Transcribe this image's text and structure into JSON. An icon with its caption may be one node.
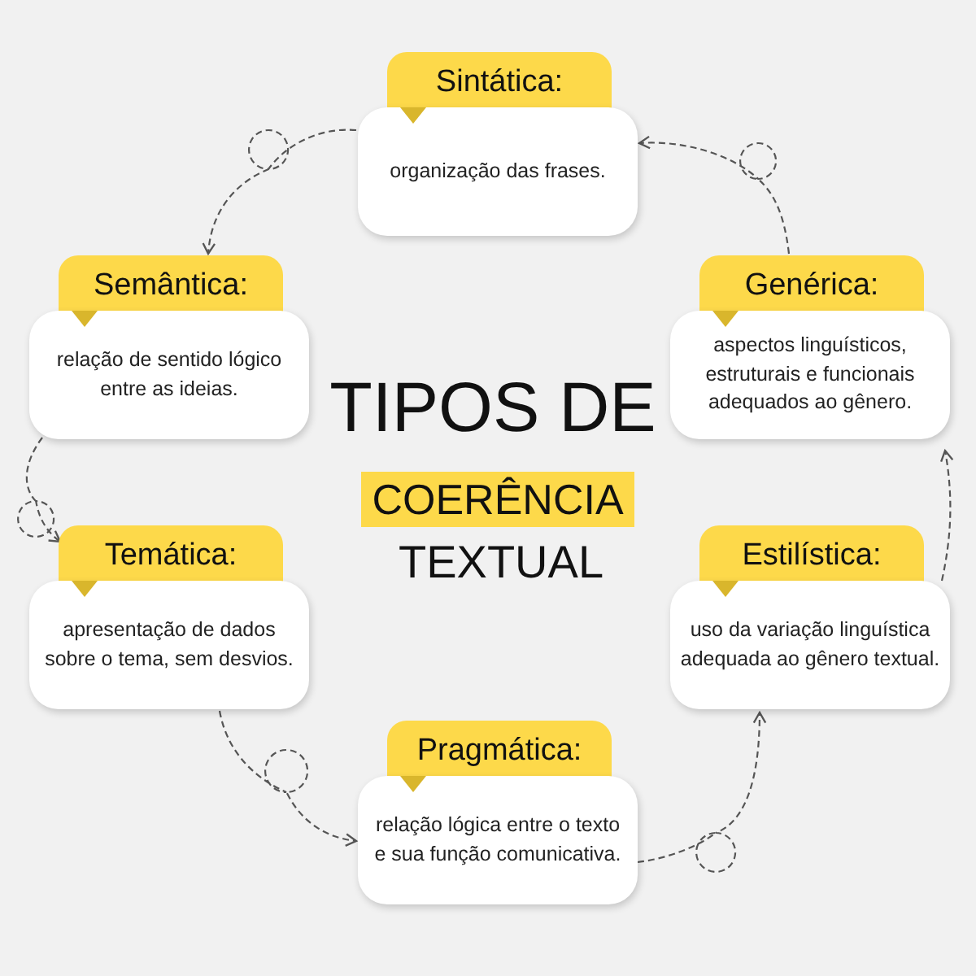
{
  "diagram": {
    "title": "TIPOS DE",
    "nodes": [
      {
        "text": [
          "Sintática:",
          "organização das frases."
        ]
      },
      {
        "text": [
          "Semântica:",
          "relação de sentido lógico entre as ideias."
        ]
      },
      {
        "text": [
          "Temática:",
          "apresentação de dados sobre o tema, sem desvios."
        ]
      },
      {
        "text": [
          "Pragmática:",
          "relação lógica entre o texto e sua função comunicativa."
        ]
      },
      {
        "text": [
          "Estilística:",
          "uso da variação linguística adequada ao gênero textual."
        ]
      },
      {
        "text": [
          "Genérica:",
          "aspectos linguísticos, estruturais e funcionais adequados ao gênero."
        ]
      }
    ],
    "edges": [
      {
        "from": 0,
        "to": 1,
        "arrow": "to",
        "style": "dashed"
      },
      {
        "from": 1,
        "to": 2,
        "arrow": "to",
        "style": "dashed"
      },
      {
        "from": 2,
        "to": 3,
        "arrow": "to",
        "style": "dashed"
      },
      {
        "from": 3,
        "to": 4,
        "arrow": "to",
        "style": "dashed"
      },
      {
        "from": 4,
        "to": 5,
        "arrow": "to",
        "style": "dashed"
      },
      {
        "from": 5,
        "to": 0,
        "arrow": "to",
        "style": "dashed"
      }
    ],
    "labels": [
      "COERÊNCIA",
      "TEXTUAL"
    ]
  }
}
